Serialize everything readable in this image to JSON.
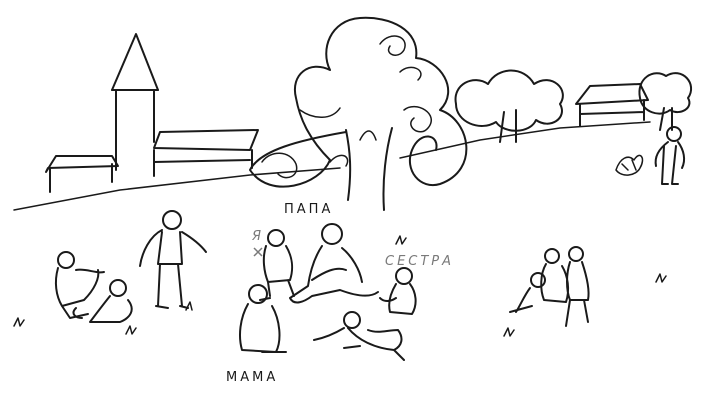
{
  "labels": {
    "papa": "ПАПА",
    "ya": "Я",
    "sestra": "СЕСТРА",
    "mama": "МАМА"
  },
  "colors": {
    "ink": "#1a1a1a",
    "pencil": "#7a7a7a",
    "paper": "#ffffff"
  }
}
